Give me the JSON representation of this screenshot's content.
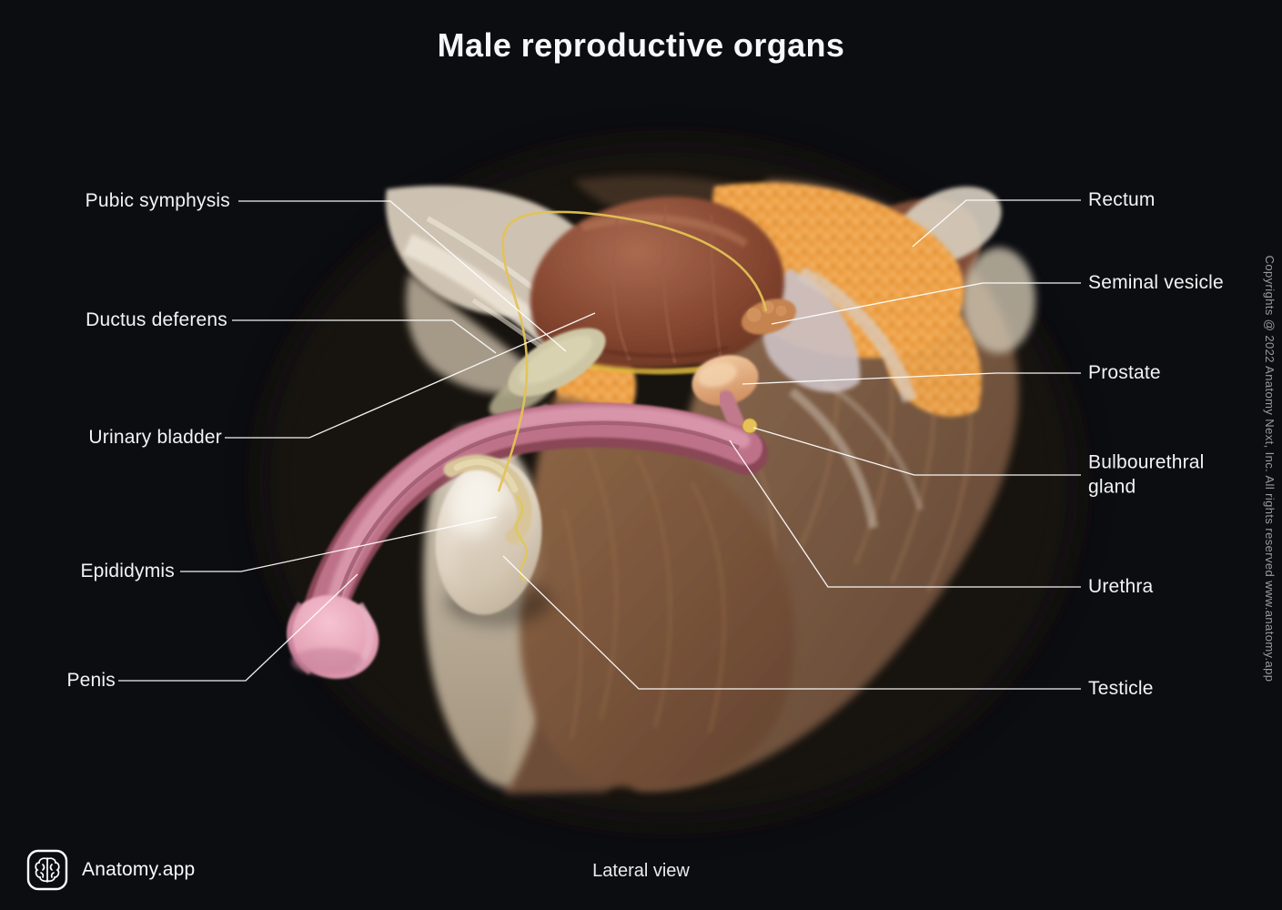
{
  "title": "Male reproductive organs",
  "view_caption": "Lateral view",
  "brand": {
    "name": "Anatomy.app",
    "logo_icon": "brain-icon"
  },
  "watermark": "Copyrights @ 2022 Anatomy Next, Inc. All rights reserved www.anatomy.app",
  "labels": {
    "left": [
      {
        "text": "Pubic symphysis"
      },
      {
        "text": "Ductus deferens"
      },
      {
        "text": "Urinary bladder"
      },
      {
        "text": "Epididymis"
      },
      {
        "text": "Penis"
      }
    ],
    "right": [
      {
        "text": "Rectum"
      },
      {
        "text": "Seminal vesicle"
      },
      {
        "text": "Prostate"
      },
      {
        "text": "Bulbourethral gland"
      },
      {
        "text": "Urethra"
      },
      {
        "text": "Testicle"
      }
    ]
  },
  "colors": {
    "background": "#0c0d11",
    "text": "#f2f3f4",
    "leader_line": "#ffffff",
    "watermark_text": "#989ba0",
    "bladder": "#84452f",
    "penis": "#bd7289",
    "testicle": "#ded2c0",
    "fat": "#f0a44c"
  }
}
